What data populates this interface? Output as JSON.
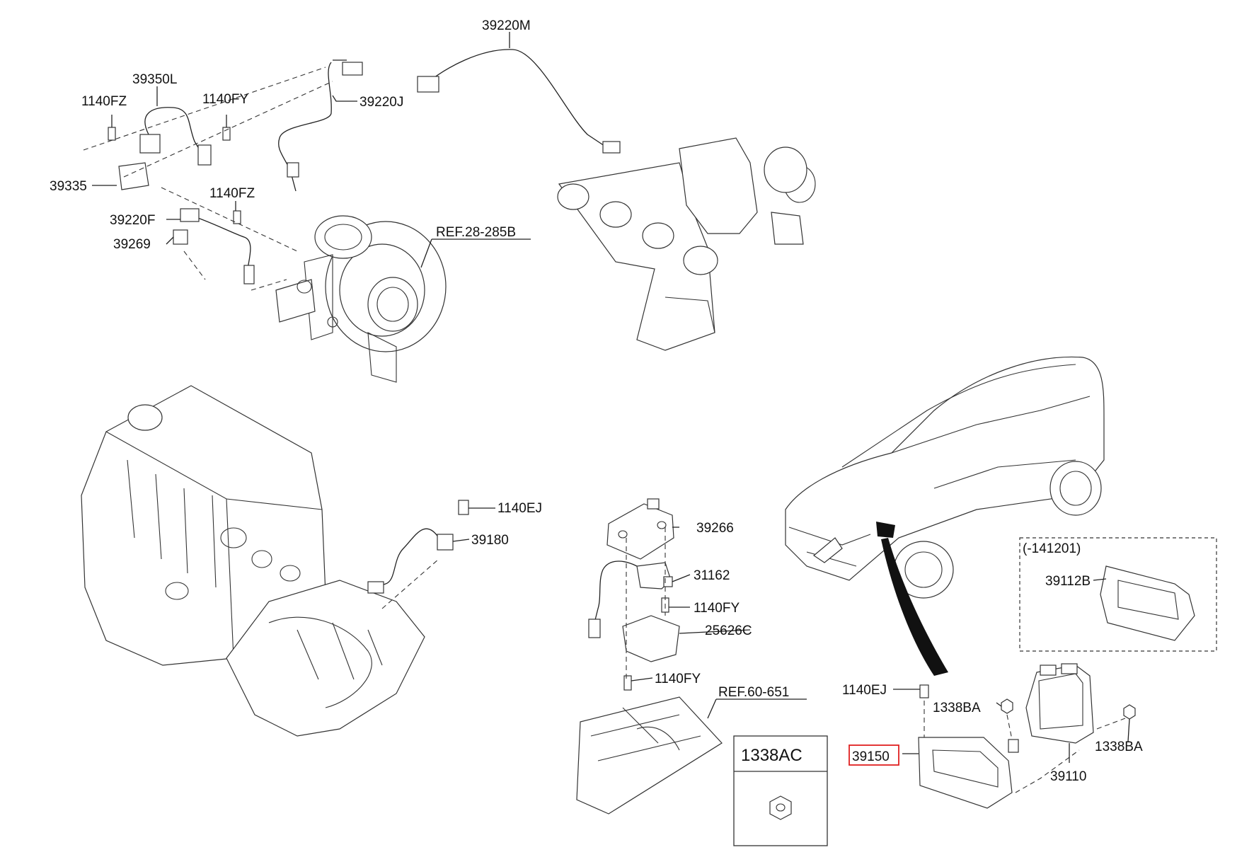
{
  "labels": {
    "l39220M": "39220M",
    "l39350L": "39350L",
    "l1140FZ_a": "1140FZ",
    "l1140FY_a": "1140FY",
    "l39220J": "39220J",
    "l39335": "39335",
    "l1140FZ_b": "1140FZ",
    "l39220F": "39220F",
    "l39269": "39269",
    "lREF28": "REF.28-285B",
    "l1140EJ_a": "1140EJ",
    "l39180": "39180",
    "l39266": "39266",
    "l31162": "31162",
    "l1140FY_b": "1140FY",
    "l25626C": "25626C",
    "l1140FY_c": "1140FY",
    "lREF60": "REF.60-651",
    "l1338AC": "1338AC",
    "l141201": "(-141201)",
    "l39112B": "39112B",
    "l1140EJ_b": "1140EJ",
    "l1338BA_a": "1338BA",
    "l39150": "39150",
    "l1338BA_b": "1338BA",
    "l39110": "39110"
  },
  "highlight_color": "#e02020"
}
